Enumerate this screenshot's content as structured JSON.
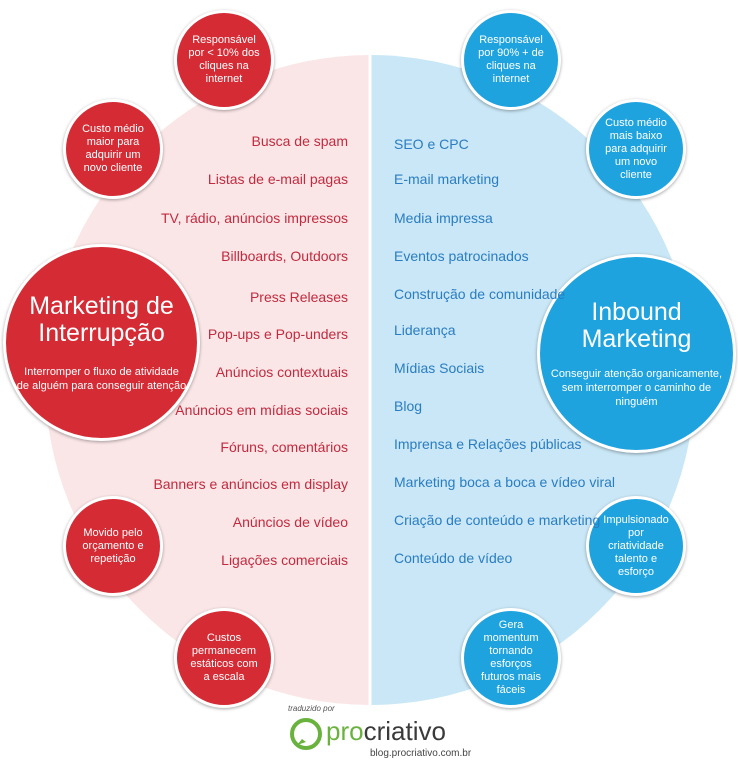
{
  "left": {
    "main": {
      "title_line1": "Marketing de",
      "title_line2": "Interrupção",
      "subtitle_line1": "Interromper o fluxo de atividade",
      "subtitle_line2": "de alguém para conseguir atenção"
    },
    "bubbles": [
      "Responsável por < 10% dos cliques na internet",
      "Custo médio maior para adquirir um novo cliente",
      "Movido pelo orçamento e repetição",
      "Custos permanecem estáticos com a escala"
    ],
    "items": [
      "Busca de spam",
      "Listas de e-mail pagas",
      "TV, rádio, anúncios impressos",
      "Billboards, Outdoors",
      "Press Releases",
      "Pop-ups e Pop-unders",
      "Anúncios contextuais",
      "Anúncios em mídias sociais",
      "Fóruns, comentários",
      "Banners e anúncios em display",
      "Anúncios de vídeo",
      "Ligações comerciais"
    ]
  },
  "right": {
    "main": {
      "title": "Inbound Marketing",
      "subtitle_line1": "Conseguir atenção organicamente,",
      "subtitle_line2": "sem interromper o caminho de ninguém"
    },
    "bubbles": [
      "Responsável por 90% + de cliques na internet",
      "Custo médio mais baixo para adquirir um novo cliente",
      "Impulsionado por criatividade talento e esforço",
      "Gera momentum tornando esforços futuros mais fáceis"
    ],
    "items": [
      "SEO e CPC",
      "E-mail marketing",
      "Media impressa",
      "Eventos patrocinados",
      "Construção de comunidade",
      "Liderança",
      "Mídias Sociais",
      "Blog",
      "Imprensa e Relações públicas",
      "Marketing boca a boca e vídeo viral",
      "Criação de conteúdo e marketing",
      "Conteúdo de vídeo"
    ]
  },
  "footer": {
    "translated_by": "traduzido por",
    "brand_pro": "pro",
    "brand_rest": "criativo",
    "url": "blog.procriativo.com.br"
  },
  "colors": {
    "red": "#d42b35",
    "blue": "#1ea3df",
    "left_half_bg": "#fbe6e7",
    "right_half_bg": "#c9e7f6",
    "left_text": "#c22a3e",
    "right_text": "#2a7dc2",
    "logo_green": "#6ab23e"
  }
}
